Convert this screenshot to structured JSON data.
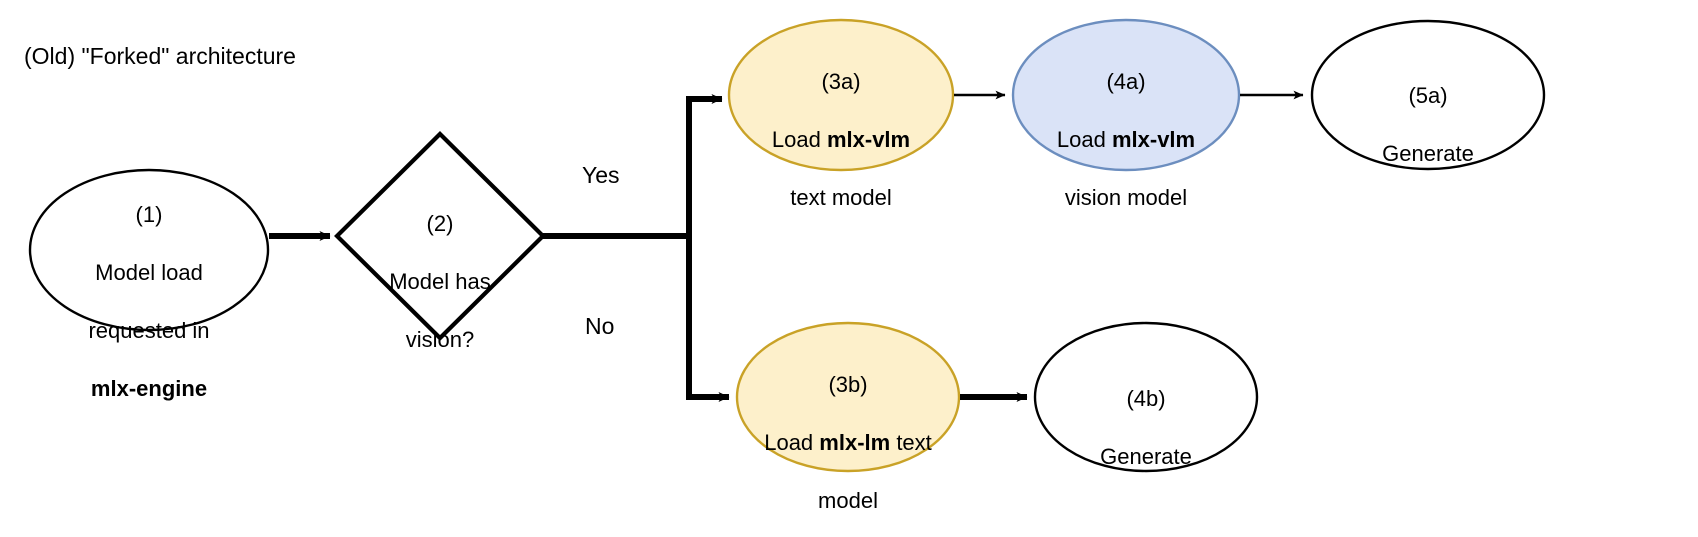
{
  "title": "(Old) \"Forked\" architecture",
  "colors": {
    "stroke": "#000000",
    "plain_fill": "#ffffff",
    "yellow_fill": "#fdf0cb",
    "yellow_stroke": "#c9a227",
    "blue_fill": "#dae3f7",
    "blue_stroke": "#6c8ebf",
    "text": "#000000"
  },
  "nodes": {
    "n1": {
      "id": "(1)",
      "shape": "ellipse",
      "line1": "Model load",
      "line2": "requested in",
      "line3_bold": "mlx-engine",
      "fill": "plain"
    },
    "n2": {
      "id": "(2)",
      "shape": "diamond",
      "line1": "Model has",
      "line2": "vision?",
      "fill": "plain"
    },
    "n3a": {
      "id": "(3a)",
      "shape": "ellipse",
      "prefix": "Load ",
      "bold": "mlx-vlm",
      "suffix": "",
      "line2": "text model",
      "fill": "yellow"
    },
    "n4a": {
      "id": "(4a)",
      "shape": "ellipse",
      "prefix": "Load ",
      "bold": "mlx-vlm",
      "suffix": "",
      "line2": "vision model",
      "fill": "blue"
    },
    "n5a": {
      "id": "(5a)",
      "shape": "ellipse",
      "line1": "Generate",
      "fill": "plain"
    },
    "n3b": {
      "id": "(3b)",
      "shape": "ellipse",
      "prefix": "Load ",
      "bold": "mlx-lm",
      "suffix": " text",
      "line2": "model",
      "fill": "yellow"
    },
    "n4b": {
      "id": "(4b)",
      "shape": "ellipse",
      "line1": "Generate",
      "fill": "plain"
    }
  },
  "edges": {
    "yes_label": "Yes",
    "no_label": "No"
  }
}
